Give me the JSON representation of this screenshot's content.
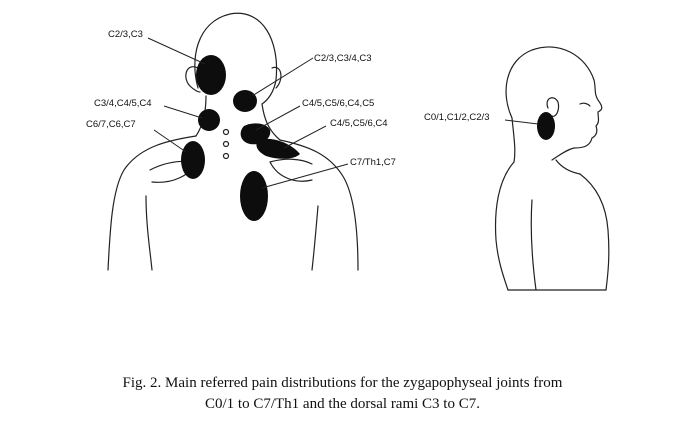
{
  "labels": {
    "back_c23_c3": "C2/3,C3",
    "back_c23_c34_c3": "C2/3,C3/4,C3",
    "back_c34_c45_c4": "C3/4,C4/5,C4",
    "back_c45_c56_c4_c5": "C4/5,C5/6,C4,C5",
    "back_c67_c6_c7": "C6/7,C6,C7",
    "back_c45_c56_c4": "C4/5,C5/6,C4",
    "back_c7th1_c7": "C7/Th1,C7",
    "side_c01_c12_c23": "C0/1,C1/2,C2/3"
  },
  "caption": {
    "line1": "Fig. 2. Main referred pain distributions for the zygapophyseal joints from",
    "line2": "C0/1 to C7/Th1 and the dorsal rami C3 to C7."
  },
  "colors": {
    "pain_area": "#0d0d0d",
    "outline": "#222222"
  }
}
